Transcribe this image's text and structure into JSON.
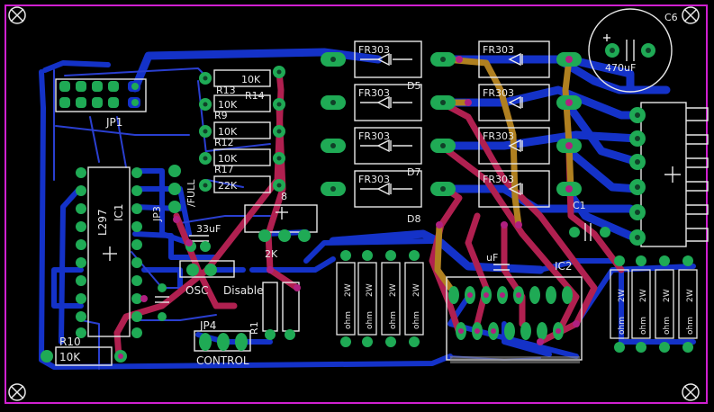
{
  "board": {
    "outline_color": "#d020d0",
    "background": "#000000",
    "top_copper_color": "#1432c8",
    "bottom_copper_color": "#b02050",
    "pad_color": "#1faa55",
    "silk_color": "#e8e8e8"
  },
  "labels": {
    "c6": "C6",
    "c6_value": "470uF",
    "jp1": "JP1",
    "r13": "R13",
    "r14": "R14",
    "r9": "R9",
    "r12": "R12",
    "r17": "R17",
    "r8": "8",
    "r10_ref": "R10",
    "v_10k_a": "10K",
    "v_10k_b": "10K",
    "v_10k_c": "10K",
    "v_10k_d": "10K",
    "v_10k_e": "10K",
    "v_22k": "22K",
    "v_2k": "2K",
    "v_33uf": "33uF",
    "v_uf": "uF",
    "ic1": "IC1",
    "l297": "L297",
    "jp3": "JP3",
    "full": "/FULL",
    "osc": "OSC",
    "disable": "Disable",
    "jp4": "JP4",
    "control": "CONTROL",
    "r1": "R1",
    "ic2": "IC2",
    "diode": "FR303",
    "d5": "D5",
    "d7": "D7",
    "d8": "D8",
    "c1": "C1",
    "ohm": "ohm",
    "r2w": "2W",
    "x_mark": "X"
  }
}
